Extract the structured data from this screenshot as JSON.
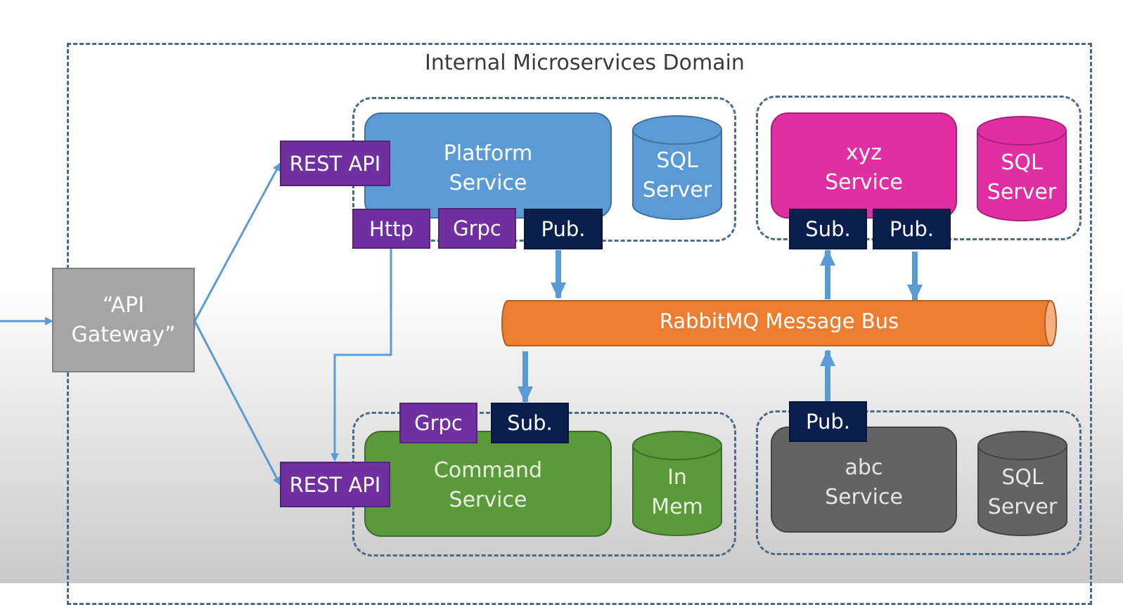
{
  "domain_title": "Internal Microservices Domain",
  "api_gateway": {
    "label": "“API\nGateway”"
  },
  "platform": {
    "service": "Platform\nService",
    "db": "SQL\nServer",
    "rest_api": "REST API",
    "http": "Http",
    "grpc": "Grpc",
    "pub": "Pub."
  },
  "xyz": {
    "service": "xyz\nService",
    "db": "SQL\nServer",
    "sub": "Sub.",
    "pub": "Pub."
  },
  "bus": {
    "label": "RabbitMQ Message Bus"
  },
  "command": {
    "service": "Command\nService",
    "db": "In\nMem",
    "rest_api": "REST API",
    "grpc": "Grpc",
    "sub": "Sub."
  },
  "abc": {
    "service": "abc\nService",
    "db": "SQL\nServer",
    "pub": "Pub."
  },
  "colors": {
    "platform": "#5b9bd5",
    "xyz": "#e02fa3",
    "command": "#5a9a3a",
    "abc": "#636363",
    "bus": "#ed7d31",
    "tag_purple": "#7030a0",
    "tag_navy": "#0a1f4d",
    "connector": "#5b9bd5"
  }
}
